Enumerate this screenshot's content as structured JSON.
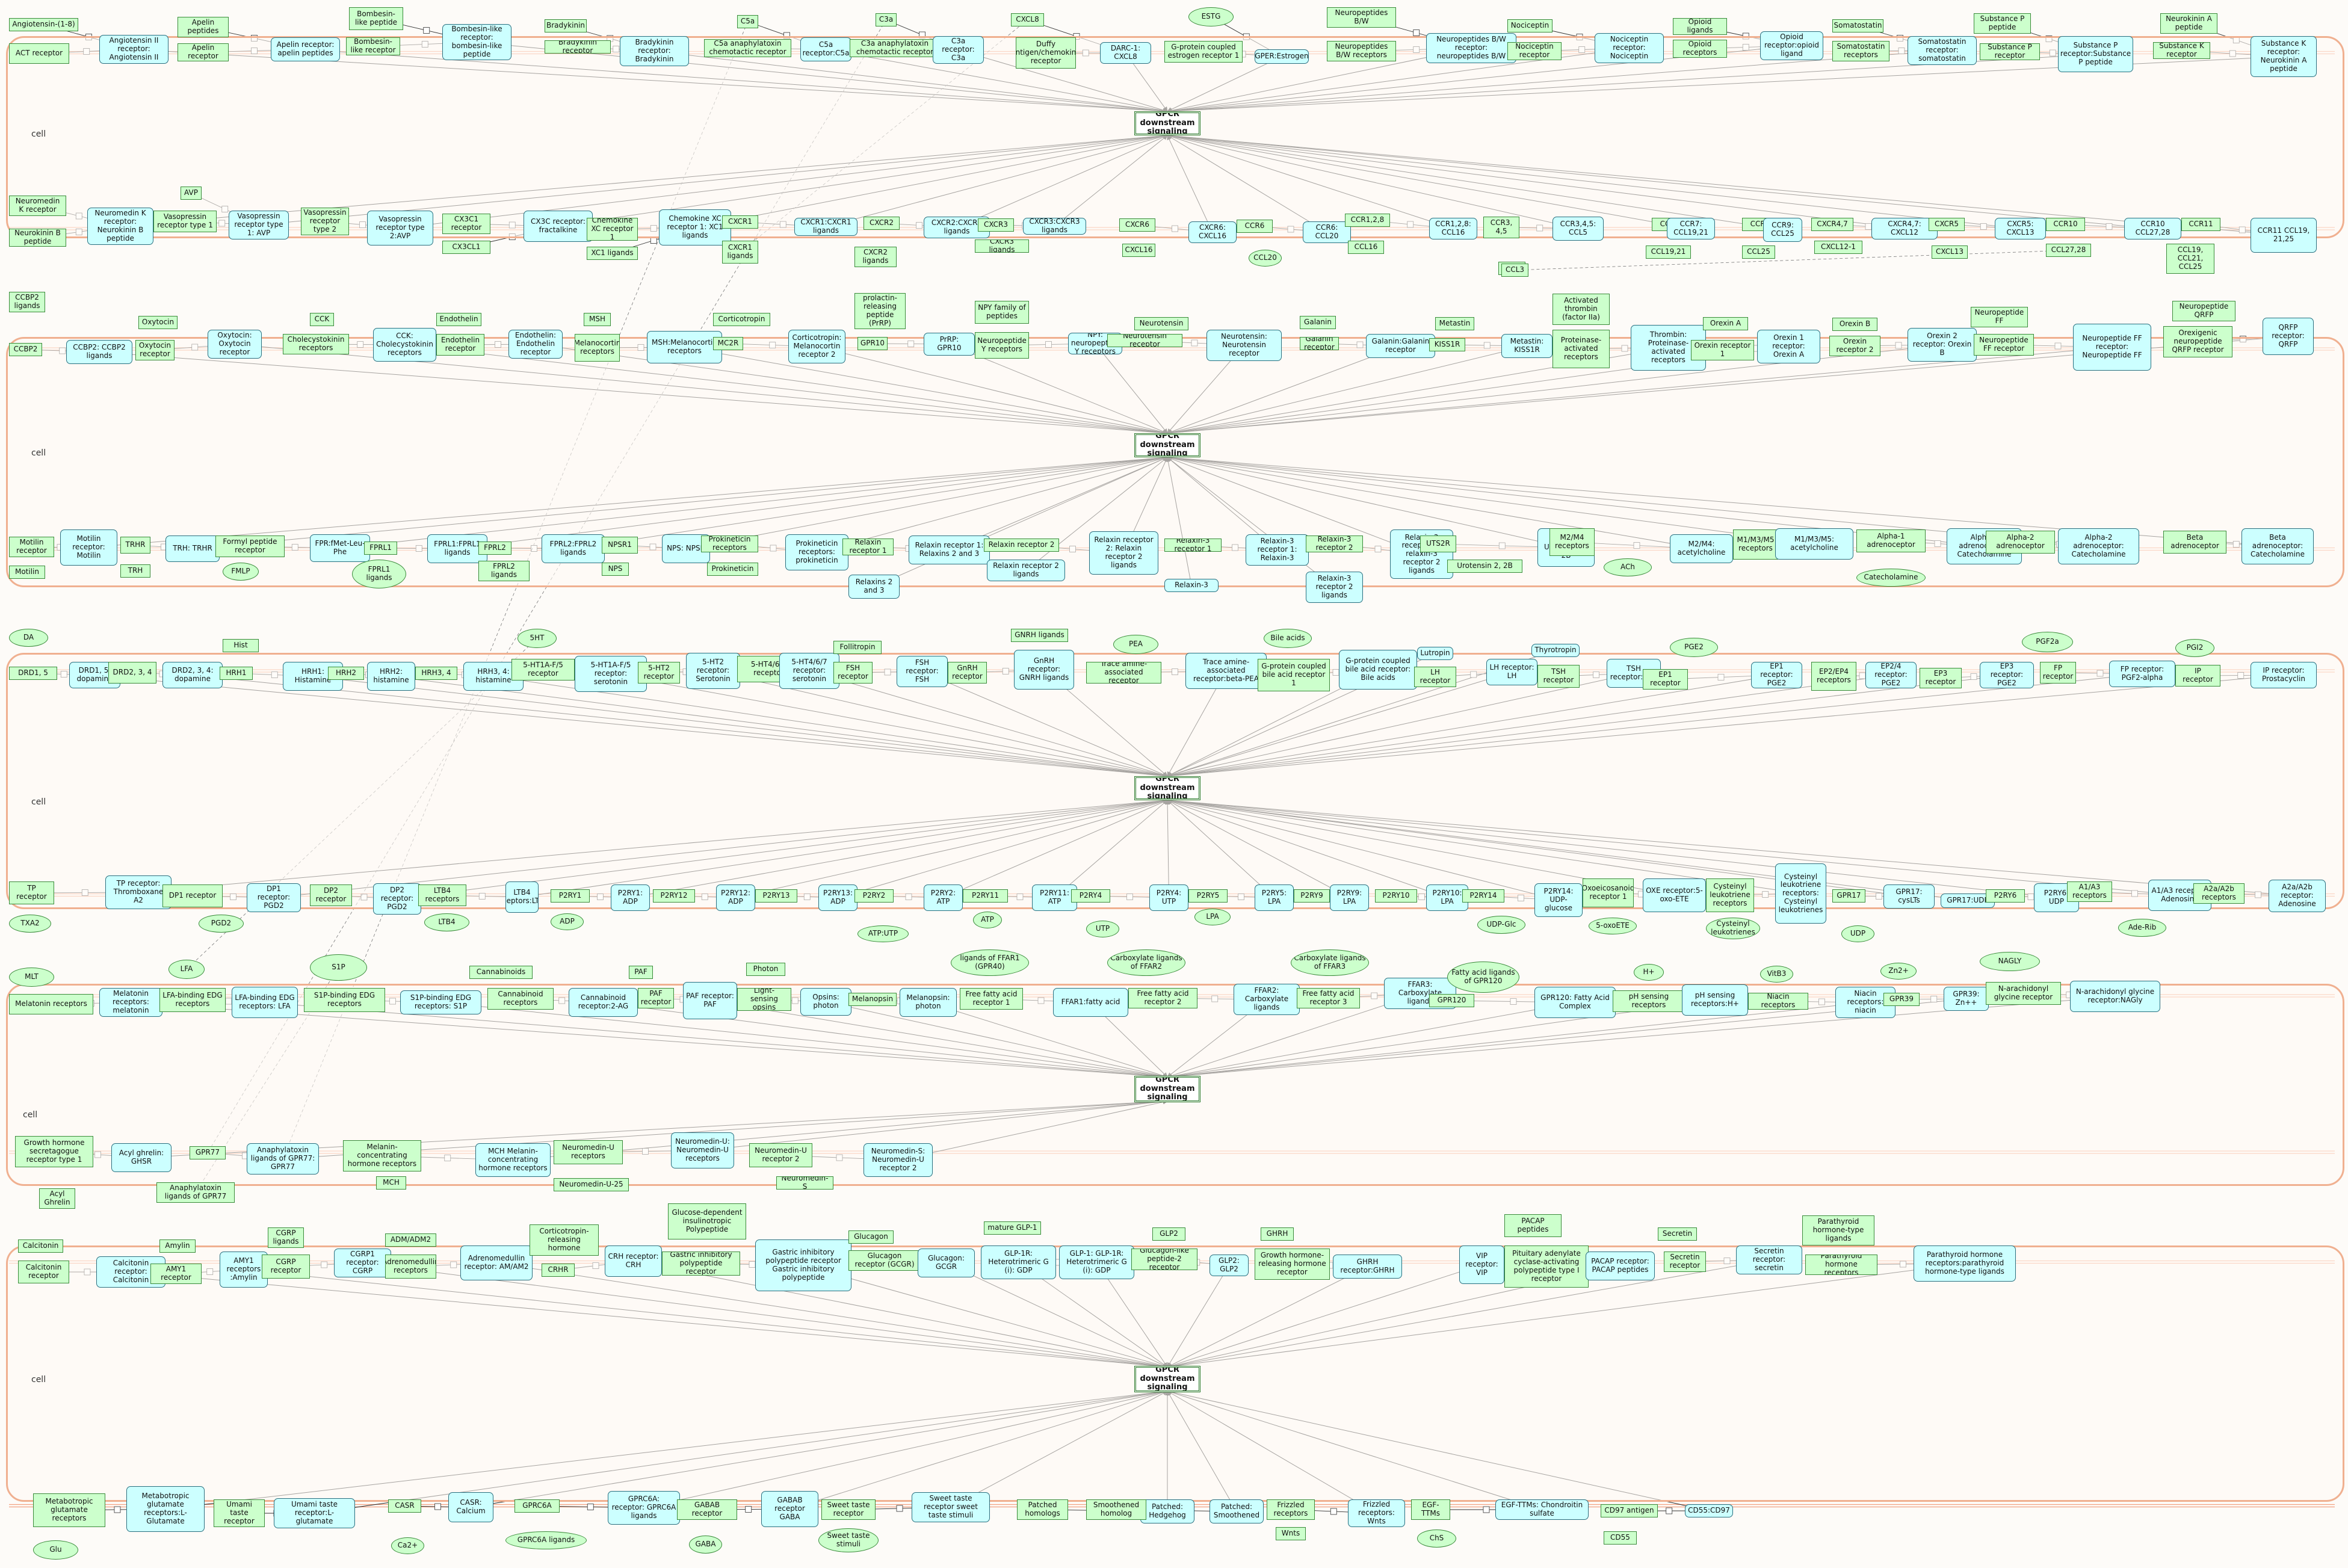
{
  "cell_label": "cell",
  "hub_label": "GPCR downstream signaling",
  "colors": {
    "membrane": "#f0b090",
    "protein_fill": "#ccffcc",
    "complex_fill": "#ccffff",
    "edge": "#222222",
    "dashed": "#666666"
  },
  "nodes": {
    "b1_hub": "GPCR downstream signaling",
    "ang_lig": "Angiotensin-(1-8)",
    "act_r": "ACT receptor",
    "ang_cx": "Angiotensin II receptor: Angiotensin II",
    "apelin_pep": "Apelin peptides",
    "apelin_r": "Apelin receptor",
    "apelin_cx": "Apelin receptor: apelin peptides",
    "bomb_pep": "Bombesin-like peptide",
    "bomb_r": "Bombesin-like receptor",
    "bomb_cx": "Bombesin-like receptor: bombesin-like peptide",
    "brady": "Bradykinin",
    "brady_r": "Bradykinin receptor",
    "brady_cx": "Bradykinin receptor: Bradykinin",
    "c5a": "C5a",
    "c5a_r": "C5a anaphylatoxin chemotactic receptor",
    "c5a_cx": "C5a receptor:C5a",
    "c3a": "C3a",
    "c3a_r": "C3a anaphylatoxin chemotactic receptor",
    "c3a_cx": "C3a receptor: C3a",
    "cxcl8": "CXCL8",
    "duffy": "Duffy antigen/chemokine receptor",
    "darc": "DARC-1: CXCL8",
    "estg": "ESTG",
    "gper": "G-protein coupled estrogen receptor 1",
    "gper_cx": "GPER:Estrogen",
    "np_bw": "Neuropeptides B/W",
    "np_bw_r": "Neuropeptides B/W receptors",
    "np_bw_cx": "Neuropeptides B/W receptor: neuropeptides B/W",
    "noci": "Nociceptin",
    "noci_r": "Nociceptin receptor",
    "noci_cx": "Nociceptin receptor: Nociceptin",
    "opioid_lig": "Opioid ligands",
    "opioid_r": "Opioid receptors",
    "opioid_cx": "Opioid receptor:opioid ligand",
    "soma": "Somatostatin",
    "soma_r": "Somatostatin receptors",
    "soma_cx": "Somatostatin receptor: somatostatin",
    "subp": "Substance P peptide",
    "subp_r": "Substance P receptor",
    "subp_cx": "Substance P receptor:Substance P peptide",
    "nka": "Neurokinin A peptide",
    "subk_r": "Substance K receptor",
    "subk_cx": "Substance K receptor: Neurokinin A peptide",
    "nmb_r": "Neuromedin K receptor",
    "nmb": "Neurokinin B peptide",
    "nmb_cx": "Neuromedin K receptor: Neurokinin B peptide",
    "avp": "AVP",
    "v1_r": "Vasopressin receptor type 1",
    "v1_cx": "Vasopressin receptor type 1: AVP",
    "v2_r": "Vasopressin receptor type 2",
    "v2_cx": "Vasopressin receptor type 2:AVP",
    "cx3c1": "CX3C1 receptor",
    "cx3cl1": "CX3CL1",
    "cx3c_cx": "CX3C receptor: fractalkine",
    "xc_r": "Chemokine XC receptor 1",
    "xc_lig": "XC1 ligands",
    "xc_cx": "Chemokine XC receptor 1: XC1 ligands",
    "cxcr1": "CXCR1",
    "cxcr1_lig": "CXCR1 ligands",
    "cxcr1_cx": "CXCR1:CXCR1 ligands",
    "cxcr2": "CXCR2",
    "cxcr2_lig": "CXCR2 ligands",
    "cxcr2_cx": "CXCR2:CXCR2 ligands",
    "cxcr3": "CXCR3",
    "cxcr3_lig": "CXCR3 ligands",
    "cxcr3_cx": "CXCR3:CXCR3 ligands",
    "cxcr6": "CXCR6",
    "cxcl16a": "CXCL16",
    "cxcr6_cx": "CXCR6: CXCL16",
    "ccr6": "CCR6",
    "ccl20": "CCL20",
    "ccr6_cx": "CCR6: CCL20",
    "ccr128": "CCR1,2,8",
    "ccl16": "CCL16",
    "ccr1_cx": "CCR1,2,8: CCL16",
    "ccr345": "CCR3, 4,5",
    "ccl5": "CCL5",
    "ccr3_cx": "CCR3,4,5: CCL5",
    "ccr7": "CCR7",
    "ccl1921": "CCL19,21",
    "ccr7_cx": "CCR7: CCL19,21",
    "ccr9": "CCR9",
    "ccl25": "CCL25",
    "ccr9_cx": "CCR9: CCL25",
    "cxcr47": "CXCR4,7",
    "cxcl12": "CXCL12-1",
    "cxcr4_cx": "CXCR4,7: CXCL12",
    "cxcr5": "CXCR5",
    "cxcl13": "CXCL13",
    "cxcr5_cx": "CXCR5: CXCL13",
    "ccr10": "CCR10",
    "ccl2728": "CCL27,28",
    "ccr10_cx": "CCR10 CCL27,28",
    "ccr11": "CCR11",
    "ccl1925": "CCL19, CCL21, CCL25",
    "ccr11_cx": "CCR11 CCL19, 21,25",
    "ccl3": "CCL3",
    "b2_hub": "GPCR downstream signaling",
    "ccbp2_lig": "CCBP2 ligands",
    "ccbp2": "CCBP2",
    "ccbp2_cx": "CCBP2: CCBP2 ligands",
    "oxy": "Oxytocin",
    "oxy_r": "Oxytocin receptor",
    "oxy_cx": "Oxytocin: Oxytocin receptor",
    "cck": "CCK",
    "cck_r": "Cholecystokinin receptors",
    "cck_cx": "CCK: Cholecystokinin receptors",
    "endo": "Endothelin",
    "endo_r": "Endothelin receptor",
    "endo_cx": "Endothelin: Endothelin receptor",
    "msh": "MSH",
    "mc_r": "Melanocortin receptors",
    "mc_cx": "MSH:Melanocortin receptors",
    "cort": "Corticotropin",
    "mc2r": "MC2R",
    "mc2r_cx": "Corticotropin: Melanocortin receptor 2",
    "prrp": "prolactin-releasing peptide (PrRP)",
    "gpr10": "GPR10",
    "gpr10_cx": "PrRP: GPR10",
    "npy_f": "NPY family of peptides",
    "npy_r": "Neuropeptide Y receptors",
    "npy_cx": "NPY: neuropeptide Y receptors",
    "nts": "Neurotensin",
    "nts_r": "Neurotensin receptor",
    "nts_cx": "Neurotensin: Neurotensin receptor",
    "gal": "Galanin",
    "gal_r": "Galanin receptor",
    "gal_cx": "Galanin:Galanin receptor",
    "metas": "Metastin",
    "kiss1r": "KISS1R",
    "kiss_cx": "Metastin: KISS1R",
    "thromb": "Activated thrombin (factor IIa)",
    "par_r": "Proteinase-activated receptors",
    "par_cx": "Thrombin: Proteinase-activated receptors",
    "orxa": "Orexin A",
    "ox1r": "Orexin receptor 1",
    "ox1_cx": "Orexin 1 receptor: Orexin A",
    "orxb": "Orexin B",
    "ox2r": "Orexin receptor 2",
    "ox2_cx": "Orexin 2 receptor: Orexin B",
    "npff": "Neuropeptide FF",
    "npff_r": "Neuropeptide FF receptor",
    "npff_cx": "Neuropeptide FF receptor: Neuropeptide FF",
    "qrfp": "Neuropeptide QRFP",
    "qrfp_r": "Orexigenic neuropeptide QRFP receptor",
    "qrfp_cx": "QRFP receptor: QRFP",
    "motilin_r": "Motilin receptor",
    "motilin": "Motilin",
    "motilin_cx": "Motilin receptor: Motilin",
    "trhr": "TRHR",
    "trh": "TRH",
    "trh_cx": "TRH: TRHR",
    "fpr": "Formyl peptide receptor",
    "fmlp": "FMLP",
    "fpr_cx": "FPR:fMet-Leu-Phe",
    "fprl1": "FPRL1",
    "fprl1_lig": "FPRL1 ligands",
    "fprl1_cx": "FPRL1:FPRL1 ligands",
    "fprl2": "FPRL2",
    "fprl2_lig": "FPRL2 ligands",
    "fprl2_cx": "FPRL2:FPRL2 ligands",
    "npsr1": "NPSR1",
    "nps": "NPS",
    "nps_cx": "NPS: NPSR",
    "prok_r": "Prokineticin receptors",
    "prok": "Prokineticin",
    "prok_cx": "Prokineticin receptors: prokineticin",
    "rxfp1": "Relaxin receptor 1",
    "relaxin23": "Relaxins 2 and 3",
    "rxfp1_cx": "Relaxin receptor 1: Relaxins 2 and 3",
    "rxfp2": "Relaxin receptor 2",
    "rxfp2_lig": "Relaxin receptor 2 ligands",
    "rxfp2_cx": "Relaxin receptor 2: Relaxin receptor 2 ligands",
    "rxfp3_1": "Relaxin-3 receptor 1",
    "relaxin3": "Relaxin-3",
    "rxfp3_1_cx": "Relaxin-3 receptor 1: Relaxin-3",
    "rxfp3_2": "Relaxin-3 receptor 2",
    "rxfp3_2_lig": "Relaxin-3 receptor 2 ligands",
    "rxfp3_2_cx": "Relaxin-3 receptor 2: relaxin-3 receptor 2 ligands",
    "uts2r": "UTS2R",
    "uro": "Urotensin 2, 2B",
    "uts2r_cx": "UTS2R: Urotensin 2, 2B",
    "m24": "M2/M4 receptors",
    "ach": "ACh",
    "m24_cx": "M2/M4: acetylcholine",
    "m135": "M1/M3/M5 receptors",
    "m135_cx": "M1/M3/M5: acetylcholine",
    "alpha1": "Alpha-1 adrenoceptor",
    "catechol": "Catecholamine",
    "alpha1_cx": "Alpha-1 adrenoceptor: Catecholamine",
    "alpha2": "Alpha-2 adrenoceptor",
    "alpha2_cx": "Alpha-2 adrenoceptor: Catecholamine",
    "beta": "Beta adrenoceptor",
    "beta_cx": "Beta adrenoceptor: Catecholamine",
    "b3_hub": "GPCR downstream signaling",
    "da": "DA",
    "drd15": "DRD1, 5",
    "drd15_cx": "DRD1, 5: dopamine",
    "drd234": "DRD2, 3, 4",
    "drd234_cx": "DRD2, 3, 4: dopamine",
    "hist": "Hist",
    "hrh1": "HRH1",
    "hrh1_cx": "HRH1: Histamine",
    "hrh2": "HRH2",
    "hrh2_cx": "HRH2: histamine",
    "hrh34": "HRH3, 4",
    "hrh34_cx": "HRH3, 4: histamine",
    "ht5": "5HT",
    "ht1": "5-HT1A-F/5 receptor",
    "ht1_cx": "5-HT1A-F/5 receptor: serotonin",
    "ht2": "5-HT2 receptor",
    "ht2_cx": "5-HT2 receptor: Serotonin",
    "ht4": "5-HT4/6/7 receptor",
    "ht4_cx": "5-HT4/6/7 receptor: serotonin",
    "fsh": "Follitropin",
    "fsh_r": "FSH receptor",
    "fsh_cx": "FSH receptor: FSH",
    "gnrh_lig": "GNRH ligands",
    "gnrh_r": "GnRH receptor",
    "gnrh_cx": "GnRH receptor: GNRH ligands",
    "pea": "PEA",
    "taar": "Trace amine-associated receptor",
    "taar_cx": "Trace amine-associated receptor:beta-PEA",
    "bile": "Bile acids",
    "gpbar": "G-protein coupled bile acid receptor 1",
    "gpbar_cx": "G-protein coupled bile acid receptor: Bile acids",
    "lutro": "Lutropin",
    "lh_r": "LH receptor",
    "lh_cx": "LH receptor: LH",
    "thyro": "Thyrotropin",
    "tsh_r": "TSH receptor",
    "tsh_cx": "TSH receptor:TSH",
    "pge2": "PGE2",
    "ep1": "EP1 receptor",
    "ep1_cx": "EP1 receptor: PGE2",
    "ep24": "EP2/EP4 receptors",
    "ep24_cx": "EP2/4 receptor: PGE2",
    "ep3": "EP3 receptor",
    "ep3_cx": "EP3 receptor: PGE2",
    "pgf2a": "PGF2a",
    "fp": "FP receptor",
    "fp_cx": "FP receptor: PGF2-alpha",
    "pgi2": "PGI2",
    "ip": "IP receptor",
    "ip_cx": "IP receptor: Prostacyclin",
    "tp": "TP receptor",
    "txa2": "TXA2",
    "tp_cx": "TP receptor: Thromboxane A2",
    "dp1": "DP1 receptor",
    "pgd2": "PGD2",
    "dp1_cx": "DP1 receptor: PGD2",
    "dp2": "DP2 receptor",
    "dp2_cx": "DP2 receptor: PGD2",
    "ltb4r": "LTB4 receptors",
    "ltb4": "LTB4",
    "ltb4_cx": "LTB4 receptors:LTB4",
    "p2ry1": "P2RY1",
    "adp": "ADP",
    "p2ry1_cx": "P2RY1: ADP",
    "p2ry12": "P2RY12",
    "p2ry12_cx": "P2RY12: ADP",
    "p2ry13": "P2RY13",
    "p2ry13_cx": "P2RY13: ADP",
    "p2ry2": "P2RY2",
    "atp_utp": "ATP:UTP",
    "p2ry2_cx": "P2RY2: ATP",
    "p2ry11": "P2RY11",
    "atp": "ATP",
    "p2ry11_cx": "P2RY11: ATP",
    "p2ry4": "P2RY4",
    "utp": "UTP",
    "p2ry4_cx": "P2RY4: UTP",
    "p2ry5": "P2RY5",
    "lpa": "LPA",
    "p2ry5_cx": "P2RY5: LPA",
    "p2ry9": "P2RY9",
    "p2ry9_cx": "P2RY9: LPA",
    "p2ry10": "P2RY10",
    "p2ry10_cx": "P2RY10: LPA",
    "p2ry14": "P2RY14",
    "udp_glc": "UDP-Glc",
    "p2ry14_cx": "P2RY14: UDP-glucose",
    "oxe_r": "Oxoeicosanoid receptor 1",
    "oxoete": "5-oxoETE",
    "oxe_cx": "OXE receptor:5-oxo-ETE",
    "cyslt_r": "Cysteinyl leukotriene receptors",
    "cyslt": "Cysteinyl leukotrienes",
    "cyslt_cx": "Cysteinyl leukotriene receptors: Cysteinyl leukotrienes",
    "gpr17": "GPR17",
    "gpr17_cx": "GPR17: cysLTs",
    "udp": "UDP",
    "gpr17_udp": "GPR17:UDP",
    "p2ry6": "P2RY6",
    "p2ry6_cx": "P2RY6: UDP",
    "a1a3": "A1/A3 receptors",
    "a1a3_cx": "A1/A3 receptor: Adenosine",
    "ade_rib": "Ade-Rib",
    "a2ab": "A2a/A2b receptors",
    "a2ab_cx": "A2a/A2b receptor: Adenosine",
    "b4_hub": "GPCR downstream signaling",
    "mlt": "MLT",
    "mt_r": "Melatonin receptors",
    "mt_cx": "Melatonin receptors: melatonin",
    "lfa": "LFA",
    "lfa_r": "LFA-binding EDG receptors",
    "lfa_cx": "LFA-binding EDG receptors: LFA",
    "s1p": "S1P",
    "s1p_r": "S1P-binding EDG receptors",
    "s1p_cx": "S1P-binding EDG receptors: S1P",
    "cannab": "Cannabinoids",
    "cb_r": "Cannabinoid receptors",
    "cb_cx": "Cannabinoid receptor:2-AG",
    "paf": "PAF",
    "paf_r": "PAF receptor",
    "paf_cx": "PAF receptor: PAF",
    "photon": "Photon",
    "opsin": "Light-sensing opsins",
    "opsin_cx": "Opsins: photon",
    "melanop": "Melanopsin",
    "melanop_cx": "Melanopsin: photon",
    "ffar1_lig": "ligands of FFAR1 (GPR40)",
    "ffar1": "Free fatty acid receptor 1",
    "ffar1_cx": "FFAR1:fatty acid",
    "ffar2_lig": "Carboxylate ligands of FFAR2",
    "ffar2": "Free fatty acid receptor 2",
    "ffar2_cx": "FFAR2: Carboxylate ligands",
    "ffar3_lig": "Carboxylate ligands of FFAR3",
    "ffar3": "Free fatty acid receptor 3",
    "ffar3_cx": "FFAR3: Carboxylate ligands",
    "gpr120_lig": "Fatty acid ligands of GPR120",
    "gpr120": "GPR120",
    "gpr120_cx": "GPR120: Fatty Acid Complex",
    "h_plus": "H+",
    "ph_r": "pH sensing receptors",
    "ph_cx": "pH sensing receptors:H+",
    "vitb3": "VitB3",
    "niacin_r": "Niacin receptors",
    "niacin_cx": "Niacin receptors: niacin",
    "zn": "Zn2+",
    "gpr39": "GPR39",
    "gpr39_cx": "GPR39: Zn++",
    "nagly": "NAGLY",
    "nagly_cx": "N-arachidonyl glycine receptor",
    "nagly_cx2": "N-arachidonyl glycine receptor:NAGly",
    "ghs_r": "Growth hormone secretagogue receptor type 1",
    "acyl_ghr": "Acyl Ghrelin",
    "ghs_cx": "Acyl ghrelin: GHSR",
    "gpr77": "GPR77",
    "ana_lig": "Anaphylatoxin ligands of GPR77",
    "gpr77_cx": "Anaphylatoxin ligands of GPR77: GPR77",
    "mch_r": "Melanin-concentrating hormone receptors",
    "mch": "MCH",
    "mch_cx": "MCH Melanin-concentrating hormone receptors",
    "nmu_r": "Neuromedin-U receptors",
    "nmu25": "Neuromedin-U-25",
    "nmu_cx": "Neuromedin-U: Neuromedin-U receptors",
    "nmu2": "Neuromedin-U receptor 2",
    "nms": "Neuromedin-S",
    "nms_cx": "Neuromedin-S: Neuromedin-U receptor 2",
    "b5_hub": "GPCR downstream signaling",
    "calc": "Calcitonin",
    "calc_r": "Calcitonin receptor",
    "calc_cx": "Calcitonin receptor: Calcitonin",
    "amylin": "Amylin",
    "amy1": "AMY1 receptor",
    "amy1_cx": "AMY1 receptors :Amylin",
    "cgrp_lig": "CGRP ligands",
    "cgrp_r": "CGRP receptor",
    "cgrp_cx": "CGRP1 receptor: CGRP",
    "adm": "ADM/ADM2",
    "adm_r": "Adrenomedullin receptors",
    "adm_cx": "Adrenomedullin receptor: AM/AM2",
    "crh": "Corticotropin-releasing hormone",
    "crhr": "CRHR",
    "crh_cx": "CRH receptor: CRH",
    "gip": "Glucose-dependent insulinotropic Polypeptide",
    "gip_r": "Gastric inhibitory polypeptide receptor",
    "gip_cx": "Gastric inhibitory polypeptide receptor Gastric inhibitory polypeptide",
    "glucagon": "Glucagon",
    "gcgr": "Glucagon receptor (GCGR)",
    "gcgr_cx": "Glucagon: GCGR",
    "glp1": "mature GLP-1",
    "glp1_cx": "GLP-1R: Heterotrimeric G (i): GDP",
    "glp1_cx2": "GLP-1: GLP-1R: Heterotrimeric G (i): GDP",
    "glp2": "GLP2",
    "glp2_r": "Glucagon-like peptide-2 receptor",
    "glp2_cx": "GLP2: GLP2",
    "ghrh": "GHRH",
    "ghrh_r": "Growth hormone-releasing hormone receptor",
    "ghrh_cx": "GHRH receptor:GHRH",
    "vip_cx": "VIP receptor: VIP",
    "pacap": "PACAP peptides",
    "pacap_r": "Pituitary adenylate cyclase-activating polypeptide type I receptor",
    "pacap_cx": "PACAP receptor: PACAP peptides",
    "secretin": "Secretin",
    "sct_r": "Secretin receptor",
    "sct_cx": "Secretin receptor: secretin",
    "pth_lig": "Parathyroid hormone-type ligands",
    "pth_r": "Parathyroid hormone receptors",
    "pth_cx": "Parathyroid hormone receptors:parathyroid hormone-type ligands",
    "mglu_r": "Metabotropic glutamate receptors",
    "glu": "Glu",
    "mglu_cx": "Metabotropic glutamate receptors:L-Glutamate",
    "umami_r": "Umami taste receptor",
    "umami_cx": "Umami taste receptor:L-glutamate",
    "casr": "CASR",
    "ca2": "Ca2+",
    "casr_cx": "CASR: Calcium",
    "gprc6a": "GPRC6A",
    "gprc6a_lig": "GPRC6A ligands",
    "gprc6a_cx": "GPRC6A: receptor: GPRC6A ligands",
    "gabab_r": "GABAB receptor",
    "gaba": "GABA",
    "gabab_cx": "GABAB receptor GABA",
    "sweet_r": "Sweet taste receptor",
    "sweet": "Sweet taste stimuli",
    "sweet_cx": "Sweet taste receptor sweet taste stimuli",
    "patched": "Patched homologs",
    "hh_cx": "Patched: Hedgehog",
    "smo": "Smoothened homolog",
    "smo_cx": "Patched: Smoothened",
    "frizz": "Frizzled receptors",
    "wnts": "Wnts",
    "frizz_cx": "Frizzled receptors: Wnts",
    "egf": "EGF-TTMs",
    "chs": "ChS",
    "egf_cx": "EGF-TTMs: Chondroitin sulfate",
    "cd97": "CD97 antigen",
    "cd55": "CD55",
    "cd55_cx": "CD55:CD97"
  }
}
